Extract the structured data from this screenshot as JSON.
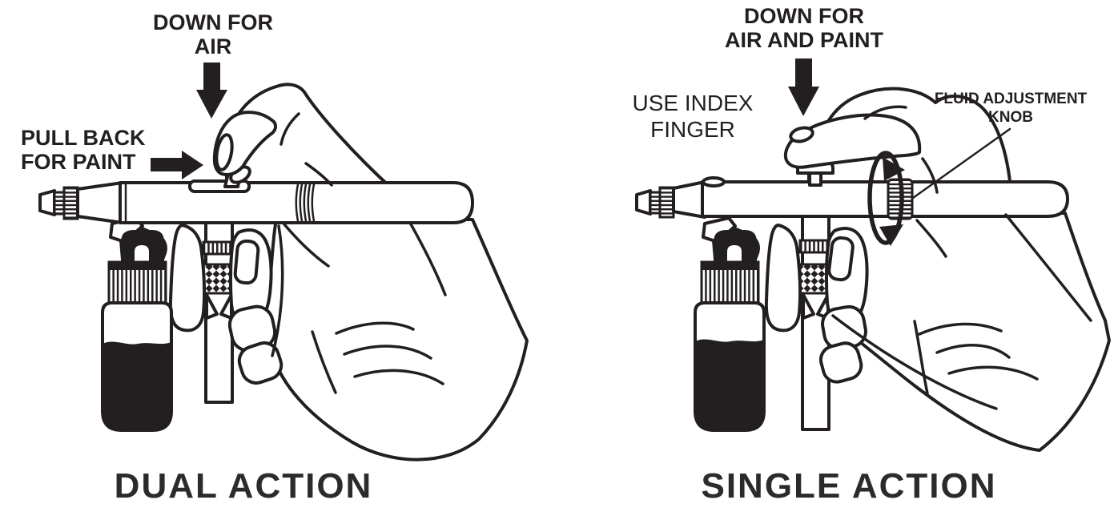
{
  "colors": {
    "ink": "#231f20",
    "caption_text": "#2b2b2b",
    "paper": "#ffffff"
  },
  "panels": {
    "dual": {
      "caption": "DUAL ACTION",
      "labels": {
        "down_for_air": "DOWN FOR\nAIR",
        "pull_back_for_paint": "PULL BACK\nFOR PAINT"
      }
    },
    "single": {
      "caption": "SINGLE ACTION",
      "labels": {
        "down_for_air_and_paint": "DOWN FOR\nAIR AND PAINT",
        "use_index_finger": "USE INDEX\nFINGER",
        "fluid_adjustment_knob": "FLUID ADJUSTMENT\nKNOB"
      }
    }
  }
}
